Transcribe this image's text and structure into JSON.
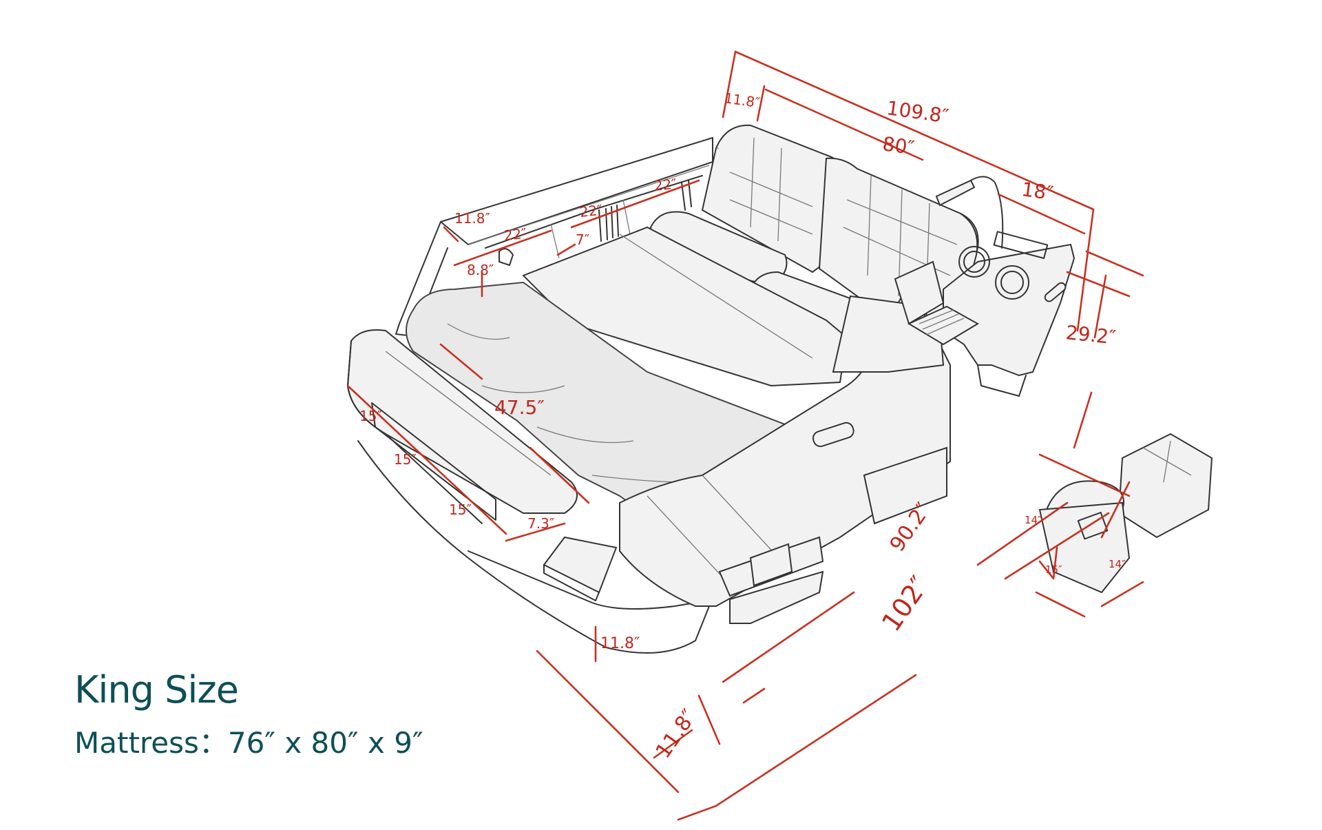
{
  "caption": {
    "title": "King Size",
    "mattress": "Mattress：76″ x 80″ x 9″"
  },
  "colors": {
    "dimension": "#c8301f",
    "caption": "#0e4f57",
    "sketch": "#333333",
    "background": "#ffffff"
  },
  "dimensions": {
    "overall_length": "109.8″",
    "headboard_width": "80″",
    "headboard_left_gap": "11.8″",
    "nightstand_width": "18″",
    "nightstand_height": "29.2″",
    "shelf_depth": "11.8″",
    "shelf_1": "22″",
    "shelf_2": "22″",
    "shelf_3": "22″",
    "shelf_divider": "7″",
    "shelf_height": "8.8″",
    "bench_length": "47.5″",
    "footboard_seg_1": "15″",
    "footboard_seg_2": "15″",
    "footboard_seg_3": "15″",
    "footboard_gap": "7.3″",
    "side_length": "90.2″",
    "overall_width": "102″",
    "base_height": "11.8″",
    "base_offset": "11.8″",
    "ottoman_height": "14″",
    "ottoman_width": "15″",
    "ottoman_depth": "14″"
  }
}
